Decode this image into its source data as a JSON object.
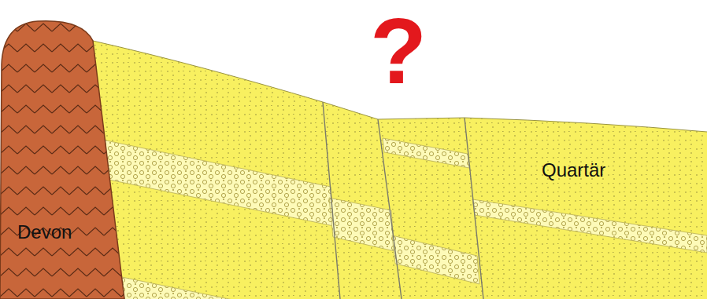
{
  "diagram": {
    "nodes": [
      {
        "text": [
          "Devon"
        ]
      },
      {
        "text": [
          "Quartär"
        ]
      }
    ],
    "labels": [
      "?"
    ]
  }
}
